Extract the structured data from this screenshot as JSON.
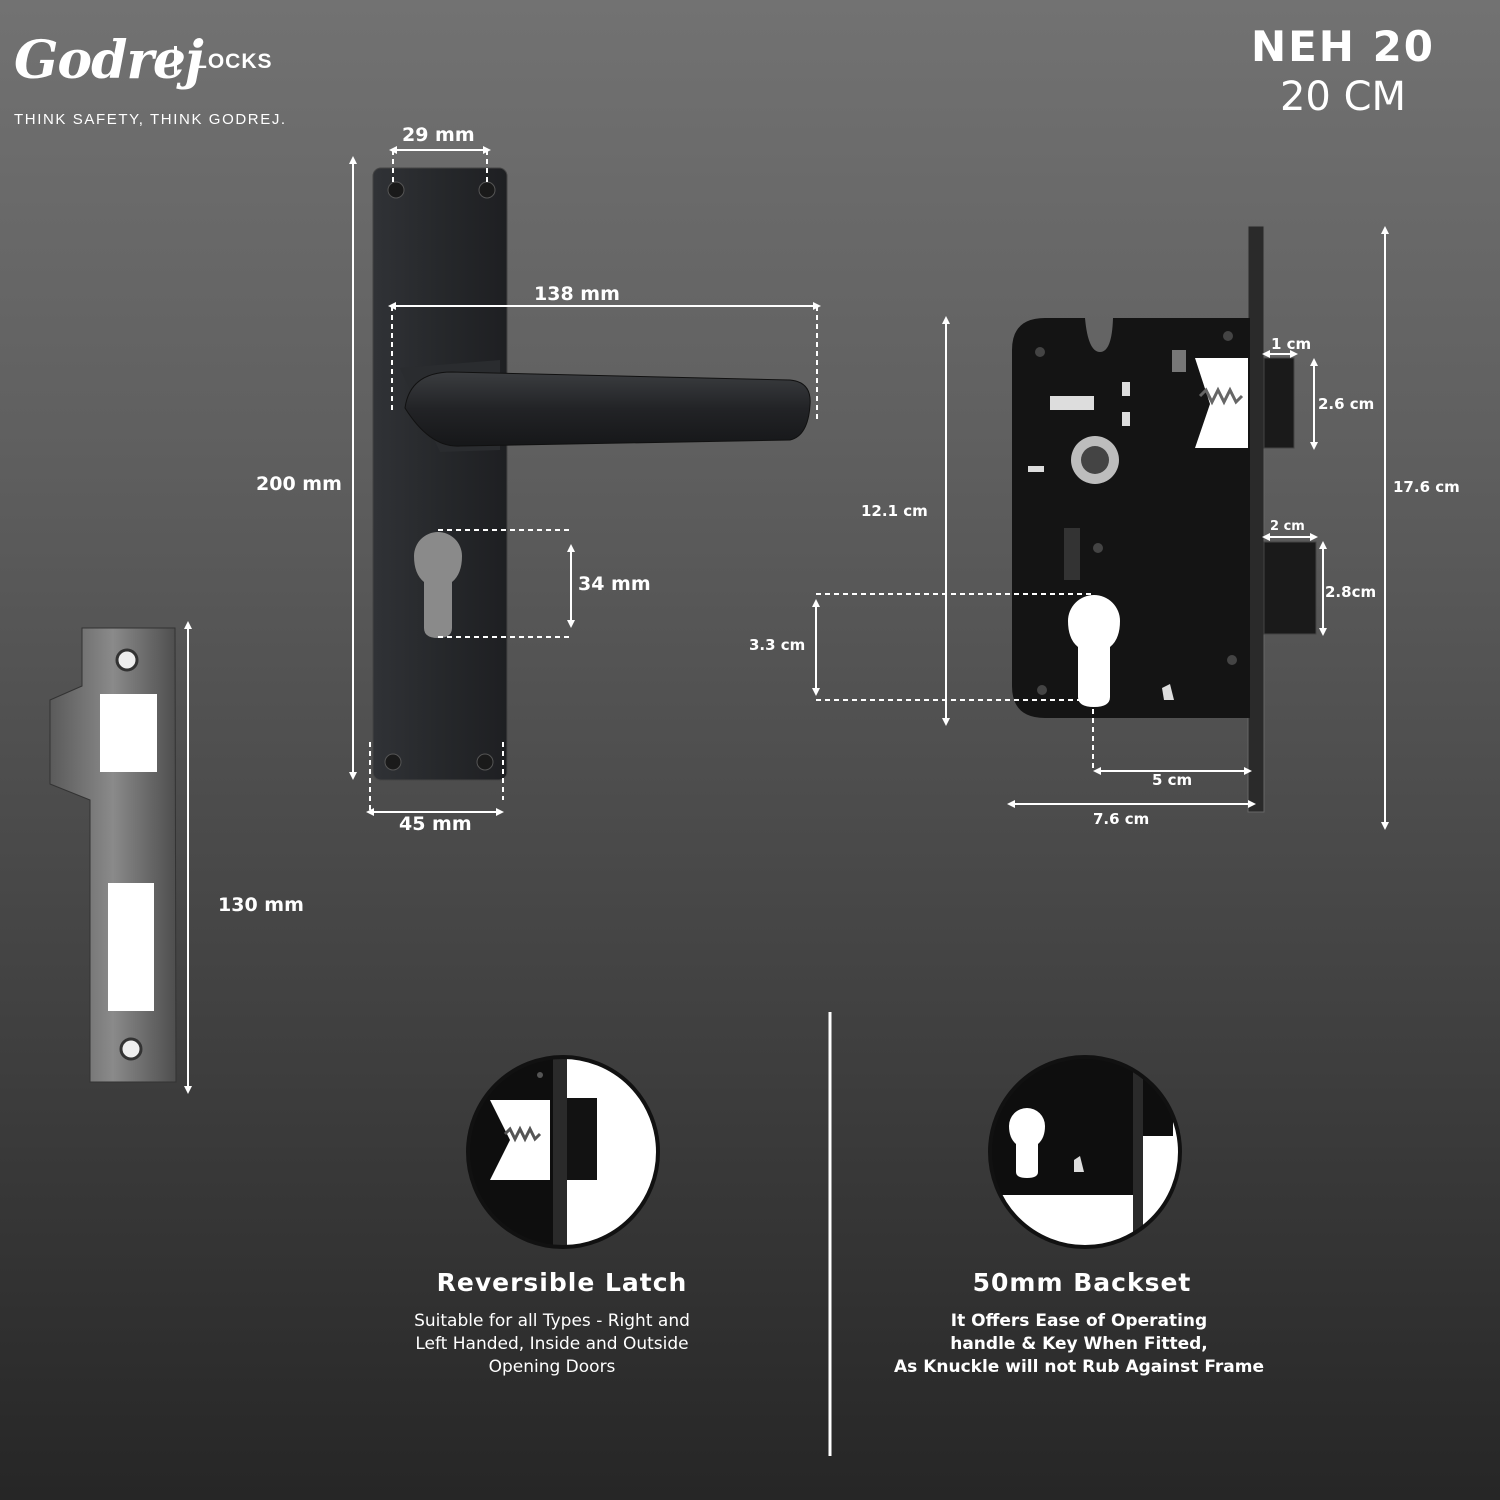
{
  "brand": {
    "logo_text": "Godrej",
    "division": "LOCKS",
    "tagline": "THINK SAFETY, THINK GODREJ."
  },
  "product": {
    "model": "NEH 20",
    "size": "20 CM"
  },
  "handle_dimensions": {
    "screw_spacing": "29 mm",
    "lever_length": "138 mm",
    "plate_height": "200 mm",
    "cylinder_hole": "34 mm",
    "plate_width": "45 mm"
  },
  "strike_dimensions": {
    "height": "130 mm"
  },
  "mortise_dimensions": {
    "height_12": "12.1 cm",
    "latch_width": "1 cm",
    "latch_height": "2.6 cm",
    "total_height": "17.6 cm",
    "bolt_width": "2 cm",
    "bolt_height": "2.8cm",
    "cylinder_offset": "3.3 cm",
    "backset": "5 cm",
    "body_width": "7.6 cm"
  },
  "features": [
    {
      "title": "Reversible Latch",
      "description": "Suitable for all Types - Right and\nLeft Handed, Inside and Outside\nOpening Doors"
    },
    {
      "title": "50mm Backset",
      "description": "It Offers Ease of Operating\nhandle & Key When Fitted,\nAs Knuckle will not Rub Against Frame"
    }
  ],
  "colors": {
    "background_top": "#727272",
    "background_bottom": "#262626",
    "product_black": "#141414",
    "text": "#ffffff"
  }
}
